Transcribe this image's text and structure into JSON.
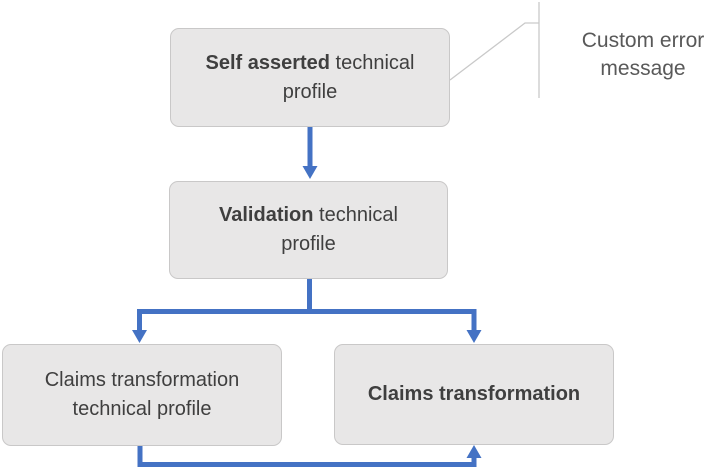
{
  "colors": {
    "arrow": "#4472C4",
    "node_fill": "#E8E7E7",
    "node_border": "#C9C8C8",
    "node_text": "#3F3F3F",
    "callout_text": "#595959",
    "callout_line": "#C9C9C9",
    "background": "#FFFFFF"
  },
  "diagram": {
    "nodes": [
      {
        "id": "self-asserted-technical-profile",
        "lines": [
          {
            "bold": "Self asserted",
            "rest": " technical"
          },
          {
            "bold": "",
            "rest": "profile"
          }
        ]
      },
      {
        "id": "validation-technical-profile",
        "lines": [
          {
            "bold": "Validation",
            "rest": " technical"
          },
          {
            "bold": "",
            "rest": "profile"
          }
        ]
      },
      {
        "id": "claims-transformation-technical-profile",
        "lines": [
          {
            "bold": "",
            "rest": "Claims transformation"
          },
          {
            "bold": "",
            "rest": "technical profile"
          }
        ]
      },
      {
        "id": "claims-transformation",
        "lines": [
          {
            "bold": "Claims transformation",
            "rest": ""
          }
        ]
      }
    ],
    "callout": {
      "label": "Custom error message"
    },
    "edges": [
      {
        "from": "self-asserted-technical-profile",
        "to": "validation-technical-profile"
      },
      {
        "from": "validation-technical-profile",
        "to": "claims-transformation-technical-profile"
      },
      {
        "from": "validation-technical-profile",
        "to": "claims-transformation"
      },
      {
        "from": "claims-transformation-technical-profile",
        "to": "claims-transformation"
      }
    ]
  }
}
